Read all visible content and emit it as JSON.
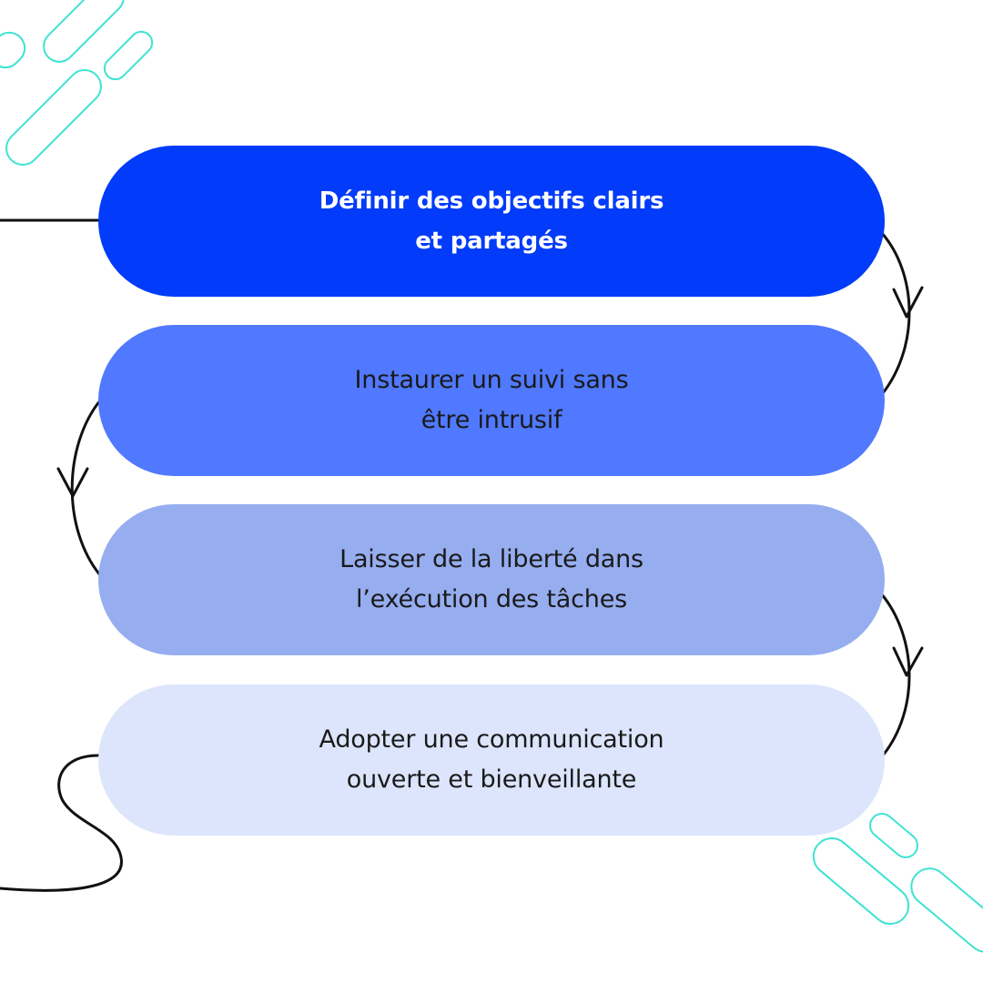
{
  "steps": [
    {
      "line1": "Définir des objectifs clairs",
      "line2": "et partagés",
      "color": "#023BF9",
      "text_color": "#FFFFFF",
      "bold": true
    },
    {
      "line1": "Instaurer un suivi sans",
      "line2": "être intrusif",
      "color": "#5079FF",
      "text_color": "#1A1A1A",
      "bold": false
    },
    {
      "line1": "Laisser de la liberté dans",
      "line2": "l’exécution des tâches",
      "color": "#96ADF0",
      "text_color": "#1A1A1A",
      "bold": false
    },
    {
      "line1": "Adopter une communication",
      "line2": "ouverte et bienveillante",
      "color": "#DCE5FC",
      "text_color": "#1A1A1A",
      "bold": false
    }
  ],
  "colors": {
    "background": "#FFFFFF",
    "connector_line": "#111111",
    "decor_accent": "#3FE3D3"
  }
}
